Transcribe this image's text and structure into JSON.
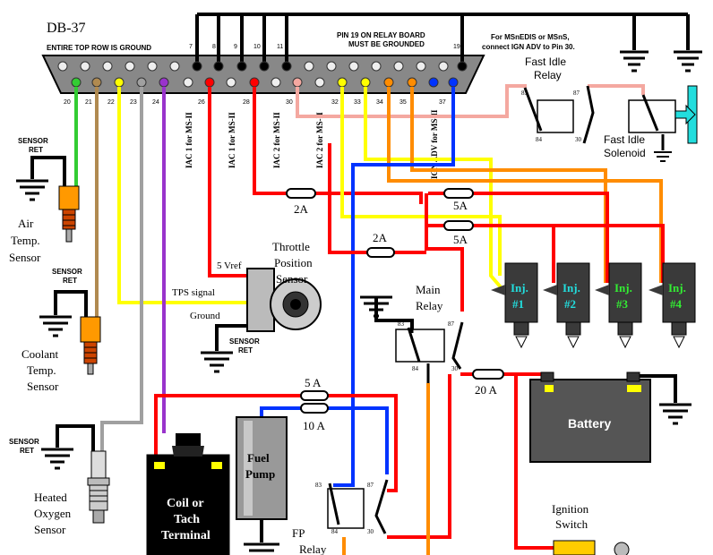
{
  "title": "DB-37",
  "notes": {
    "top_row": "ENTIRE TOP ROW IS GROUND",
    "pin19_line1": "PIN 19 ON RELAY BOARD",
    "pin19_line2": "MUST BE GROUNDED",
    "edis_line1": "For MSnEDIS or MSnS,",
    "edis_line2": "connect IGN ADV to Pin 30."
  },
  "pins": {
    "top": [
      "7",
      "8",
      "9",
      "10",
      "11",
      "19"
    ],
    "bottom": [
      "20",
      "21",
      "22",
      "23",
      "24",
      "26",
      "28",
      "30",
      "32",
      "33",
      "34",
      "35",
      "37"
    ]
  },
  "iac_labels": [
    "IAC 1 for MS-II",
    "IAC 1 for MS-II",
    "IAC 2 for MS-II",
    "IAC 2 for MS-II",
    "IGN ADV for MS-II"
  ],
  "sensors": {
    "air_ret": [
      "SENSOR",
      "RET"
    ],
    "air_name": [
      "Air",
      "Temp.",
      "Sensor"
    ],
    "coolant_ret": [
      "SENSOR",
      "RET"
    ],
    "coolant_name": [
      "Coolant",
      "Temp.",
      "Sensor"
    ],
    "o2_ret": [
      "SENSOR",
      "RET"
    ],
    "o2_name": [
      "Heated",
      "Oxygen",
      "Sensor"
    ],
    "tps_name": [
      "Throttle",
      "Position",
      "Sensor"
    ],
    "tps_signal": "TPS signal",
    "tps_vref": "5 Vref",
    "tps_ground": "Ground",
    "tps_ret": [
      "SENSOR",
      "RET"
    ]
  },
  "fuses": {
    "f1": "2A",
    "f2": "5A",
    "f3": "5A",
    "f4": "2A",
    "f5": "5 A",
    "f6": "10 A",
    "f7": "20 A"
  },
  "injectors": {
    "label": "Inj.",
    "numbers": [
      "#1",
      "#2",
      "#3",
      "#4"
    ]
  },
  "relays": {
    "main": [
      "Main",
      "Relay"
    ],
    "fp": [
      "FP",
      "Relay"
    ],
    "fast_idle": [
      "Fast Idle",
      "Relay"
    ],
    "solenoid": [
      "Fast Idle",
      "Solenoid"
    ],
    "pins": {
      "p83": "83",
      "p84": "84",
      "p87": "87",
      "p30": "30"
    }
  },
  "components": {
    "battery": "Battery",
    "fuel_pump": [
      "Fuel",
      "Pump"
    ],
    "coil": [
      "Coil or",
      "Tach",
      "Terminal"
    ],
    "ignition": [
      "Ignition",
      "Switch"
    ]
  },
  "colors": {
    "red": "#ff0000",
    "black": "#000000",
    "yellow": "#ffff00",
    "orange": "#ff8c00",
    "blue": "#0033ff",
    "green": "#33cc33",
    "tan": "#b08a50",
    "gray": "#a0a0a0",
    "purple": "#9933cc",
    "pink": "#f4a8a0",
    "cyan": "#22dddd",
    "injector": "#3a3a3a",
    "battery": "#555555"
  }
}
